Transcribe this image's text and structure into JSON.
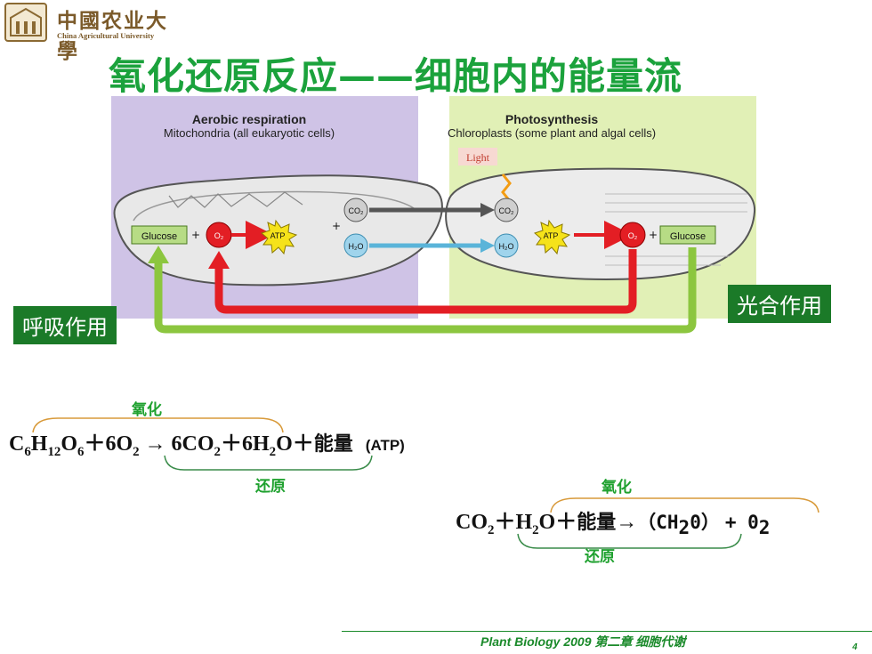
{
  "header": {
    "logo_cn": "中國农业大學",
    "logo_en": "China Agricultural University"
  },
  "title": "氧化还原反应——细胞内的能量流",
  "figure": {
    "left_title": "Aerobic respiration",
    "left_subtitle": "Mitochondria (all eukaryotic cells)",
    "right_title": "Photosynthesis",
    "right_subtitle": "Chloroplasts (some plant and algal cells)",
    "light": "Light",
    "glucose_left": "Glucose",
    "glucose_right": "Glucose",
    "o2": "O₂",
    "atp": "ATP",
    "co2": "CO₂",
    "h2o": "H₂O",
    "plus": "+",
    "colors": {
      "left_panel": "#cfc3e6",
      "right_panel": "#e1f0b6",
      "green_arrow": "#8cc63f",
      "red_arrow": "#e31e24"
    }
  },
  "labels": {
    "respiration": "呼吸作用",
    "photosynthesis": "光合作用"
  },
  "equation1": {
    "oxidation_note": "氧化",
    "reduction_note": "还原",
    "plus": "＋",
    "energy": "能量",
    "atp": "(ATP)"
  },
  "equation2": {
    "oxidation_note": "氧化",
    "reduction_note": "还原",
    "energy": "能量",
    "product_open": "（CH",
    "product_close": "0）",
    "tail": "+ 0"
  },
  "footer": {
    "text": "Plant Biology 2009 第二章 细胞代谢",
    "page": "4"
  }
}
